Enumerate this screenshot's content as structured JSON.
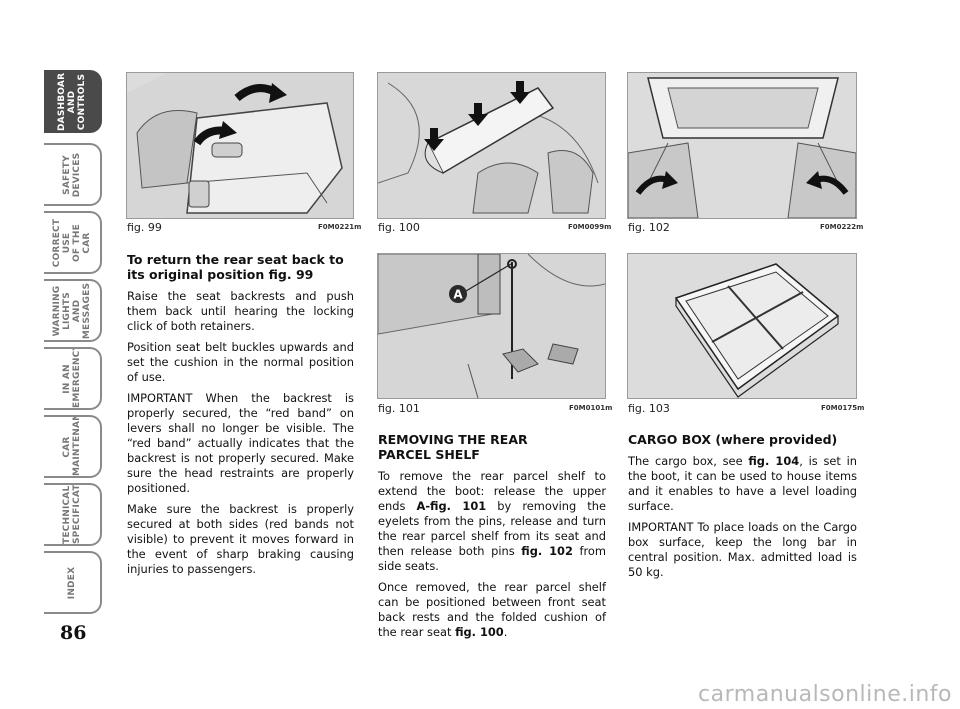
{
  "sidebar": {
    "tabs": [
      {
        "line1": "DASHBOARD",
        "line2": "AND CONTROLS",
        "active": true
      },
      {
        "line1": "SAFETY",
        "line2": "DEVICES",
        "active": false
      },
      {
        "line1": "CORRECT USE",
        "line2": "OF THE CAR",
        "active": false
      },
      {
        "line1": "WARNING",
        "line2": "LIGHTS AND",
        "line3": "MESSAGES",
        "active": false
      },
      {
        "line1": "IN AN",
        "line2": "EMERGENCY",
        "active": false
      },
      {
        "line1": "CAR",
        "line2": "MAINTENANCE",
        "active": false
      },
      {
        "line1": "TECHNICAL",
        "line2": "SPECIFICATIONS",
        "active": false
      },
      {
        "line1": "INDEX",
        "active": false
      }
    ]
  },
  "page_number": "86",
  "figures": {
    "fig99": {
      "caption": "fig. 99",
      "code": "F0M0221m"
    },
    "fig100": {
      "caption": "fig. 100",
      "code": "F0M0099m"
    },
    "fig101": {
      "caption": "fig. 101",
      "code": "F0M0101m",
      "callout": "A"
    },
    "fig102": {
      "caption": "fig. 102",
      "code": "F0M0222m"
    },
    "fig103": {
      "caption": "fig. 103",
      "code": "F0M0175m"
    }
  },
  "col1": {
    "heading": "To return the rear seat back to its original position fig. 99",
    "p1": "Raise the seat backrests and push them back until hearing the locking click of both retainers.",
    "p2": "Position seat belt buckles upwards and set the cushion in the normal position of use.",
    "p3": "IMPORTANT When the backrest is properly secured, the “red band” on levers shall no longer be visible. The “red band” actually indicates that the backrest is not properly secured. Make sure the head restraints are properly positioned.",
    "p4": "Make sure the backrest is properly secured at both sides (red bands not visible) to prevent it moves forward in the event of sharp braking causing injuries to passengers."
  },
  "col2": {
    "heading": "REMOVING THE REAR PARCEL SHELF",
    "p1_a": "To remove the rear parcel shelf to extend the boot: release the upper ends ",
    "p1_ref1": "A-fig. 101",
    "p1_b": " by removing the eyelets from the pins, release and turn the rear parcel shelf from its seat and then release both pins ",
    "p1_ref2": "fig. 102",
    "p1_c": " from side seats.",
    "p2_a": "Once removed, the rear parcel shelf can be positioned between front seat back rests and the folded cushion of the rear seat ",
    "p2_ref": "fig. 100",
    "p2_b": "."
  },
  "col3": {
    "heading_bold": "CARGO BOX",
    "heading_rest": " (where provided)",
    "p1_a": "The cargo box, see ",
    "p1_ref": "fig. 104",
    "p1_b": ", is set in the boot, it can be used to house items and it enables to have a level loading surface.",
    "p2": "IMPORTANT To place loads on the Cargo box surface, keep the long bar in central position. Max. admitted load is 50 kg."
  },
  "watermark": "carmanualsonline.info"
}
